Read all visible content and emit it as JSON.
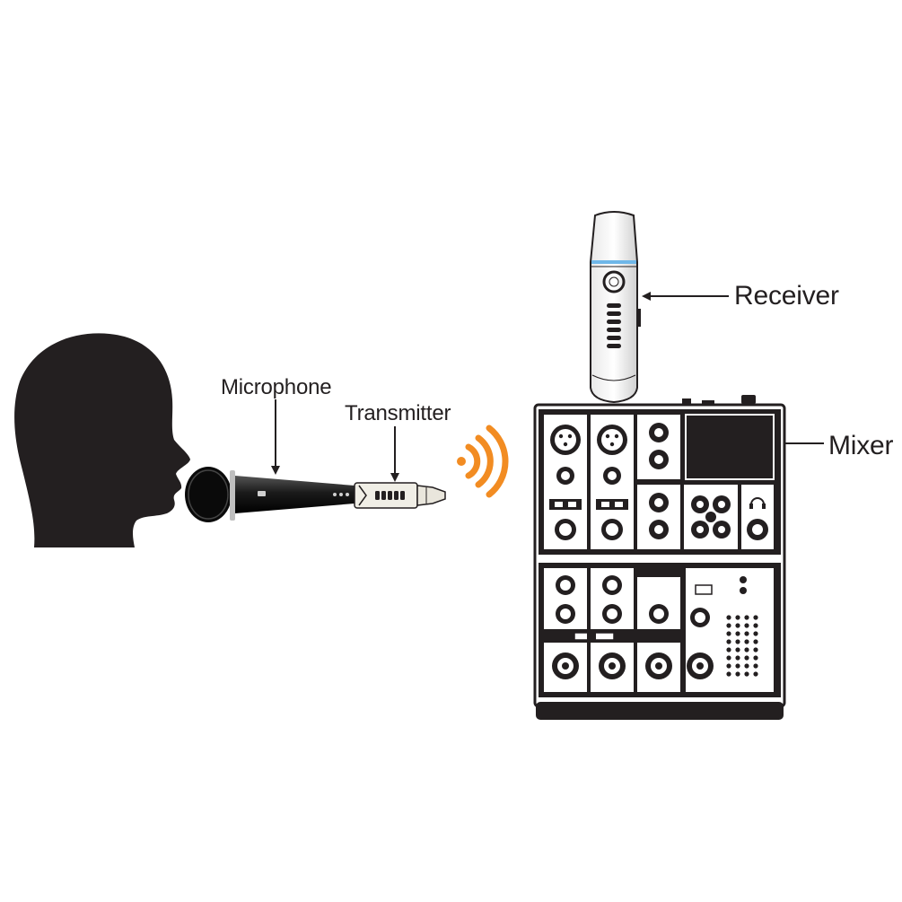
{
  "labels": {
    "microphone": "Microphone",
    "transmitter": "Transmitter",
    "receiver": "Receiver",
    "mixer": "Mixer"
  },
  "colors": {
    "ink": "#231f20",
    "signal": "#f28c22",
    "receiver_ring": "#6fb7e8",
    "background": "#ffffff"
  },
  "icons": {
    "head": "person-head-silhouette-icon",
    "signal": "wireless-signal-icon",
    "headphone": "headphone-icon"
  }
}
